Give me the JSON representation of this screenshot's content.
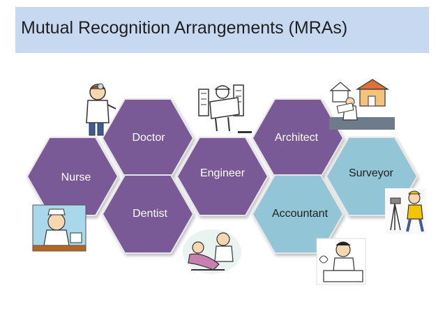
{
  "slide": {
    "title": "Mutual Recognition Arrangements (MRAs)"
  },
  "colors": {
    "title_band": "#c6d9f0",
    "purple_hex": "#7a5a96",
    "purple_label": "#ffffff",
    "blue_hex": "#92c6d6",
    "blue_label": "#1f1f1f",
    "hex_border": "#e6e6e6"
  },
  "professions": [
    {
      "id": "nurse",
      "label": "Nurse",
      "color": "purple",
      "icon": "nurse-icon"
    },
    {
      "id": "doctor",
      "label": "Doctor",
      "color": "purple",
      "icon": "doctor-icon"
    },
    {
      "id": "dentist",
      "label": "Dentist",
      "color": "purple",
      "icon": "dentist-icon"
    },
    {
      "id": "engineer",
      "label": "Engineer",
      "color": "purple",
      "icon": "engineer-icon"
    },
    {
      "id": "architect",
      "label": "Architect",
      "color": "purple",
      "icon": "architect-icon"
    },
    {
      "id": "accountant",
      "label": "Accountant",
      "color": "blue",
      "icon": "accountant-icon"
    },
    {
      "id": "surveyor",
      "label": "Surveyor",
      "color": "blue",
      "icon": "surveyor-icon"
    }
  ]
}
